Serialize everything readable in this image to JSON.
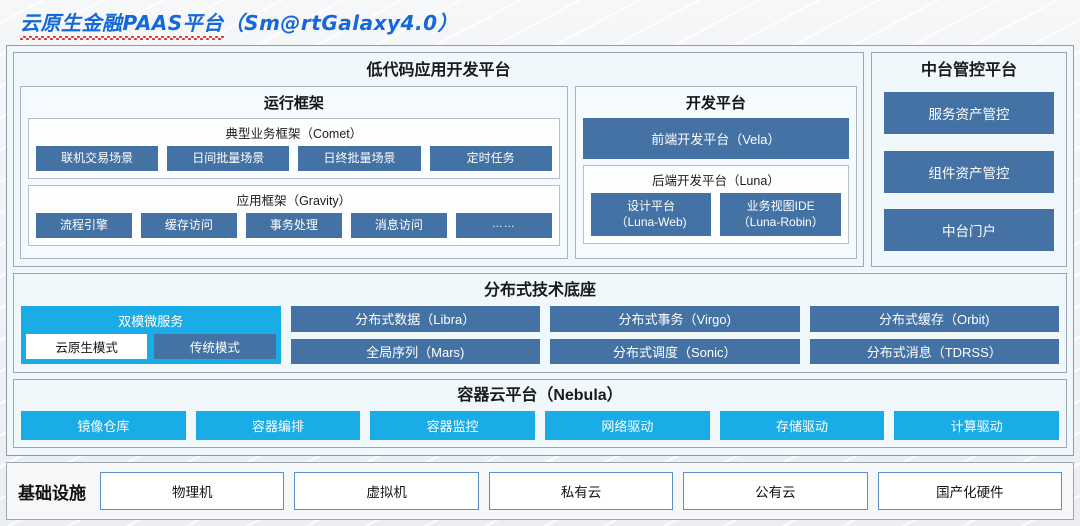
{
  "title": {
    "zh": "云原生金融PAAS平台",
    "en": "（Sm@rtGalaxy4.0）"
  },
  "lowcode": {
    "title": "低代码应用开发平台",
    "runtime_framework": {
      "title": "运行框架",
      "groups": [
        {
          "title": "典型业务框架（Comet）",
          "items": [
            "联机交易场景",
            "日间批量场景",
            "日终批量场景",
            "定时任务"
          ]
        },
        {
          "title": "应用框架（Gravity）",
          "items": [
            "流程引擎",
            "缓存访问",
            "事务处理",
            "消息访问",
            "……"
          ]
        }
      ]
    },
    "dev_platform": {
      "title": "开发平台",
      "frontend": "前端开发平台（Vela）",
      "backend": {
        "title": "后端开发平台（Luna）",
        "items": [
          {
            "line1": "设计平台",
            "line2": "（Luna-Web)"
          },
          {
            "line1": "业务视图IDE",
            "line2": "（Luna-Robin）"
          }
        ]
      }
    }
  },
  "mid_platform": {
    "title": "中台管控平台",
    "items": [
      "服务资产管控",
      "组件资产管控",
      "中台门户"
    ]
  },
  "distributed_base": {
    "title": "分布式技术底座",
    "dual_mode": {
      "title": "双模微服务",
      "modes": [
        "云原生模式",
        "传统模式"
      ]
    },
    "columns": [
      [
        "分布式数据（Libra）",
        "全局序列（Mars)"
      ],
      [
        "分布式事务（Virgo)",
        "分布式调度（Sonic）"
      ],
      [
        "分布式缓存（Orbit)",
        "分布式消息（TDRSS）"
      ]
    ]
  },
  "container_cloud": {
    "title": "容器云平台（Nebula）",
    "items": [
      "镜像仓库",
      "容器编排",
      "容器监控",
      "网络驱动",
      "存储驱动",
      "计算驱动"
    ]
  },
  "infrastructure": {
    "label": "基础设施",
    "items": [
      "物理机",
      "虚拟机",
      "私有云",
      "公有云",
      "国产化硬件"
    ]
  },
  "colors": {
    "steel_blue": "#4472a4",
    "cyan": "#19ace6",
    "title_blue": "#1569d6",
    "spell_error_red": "#e03131"
  }
}
